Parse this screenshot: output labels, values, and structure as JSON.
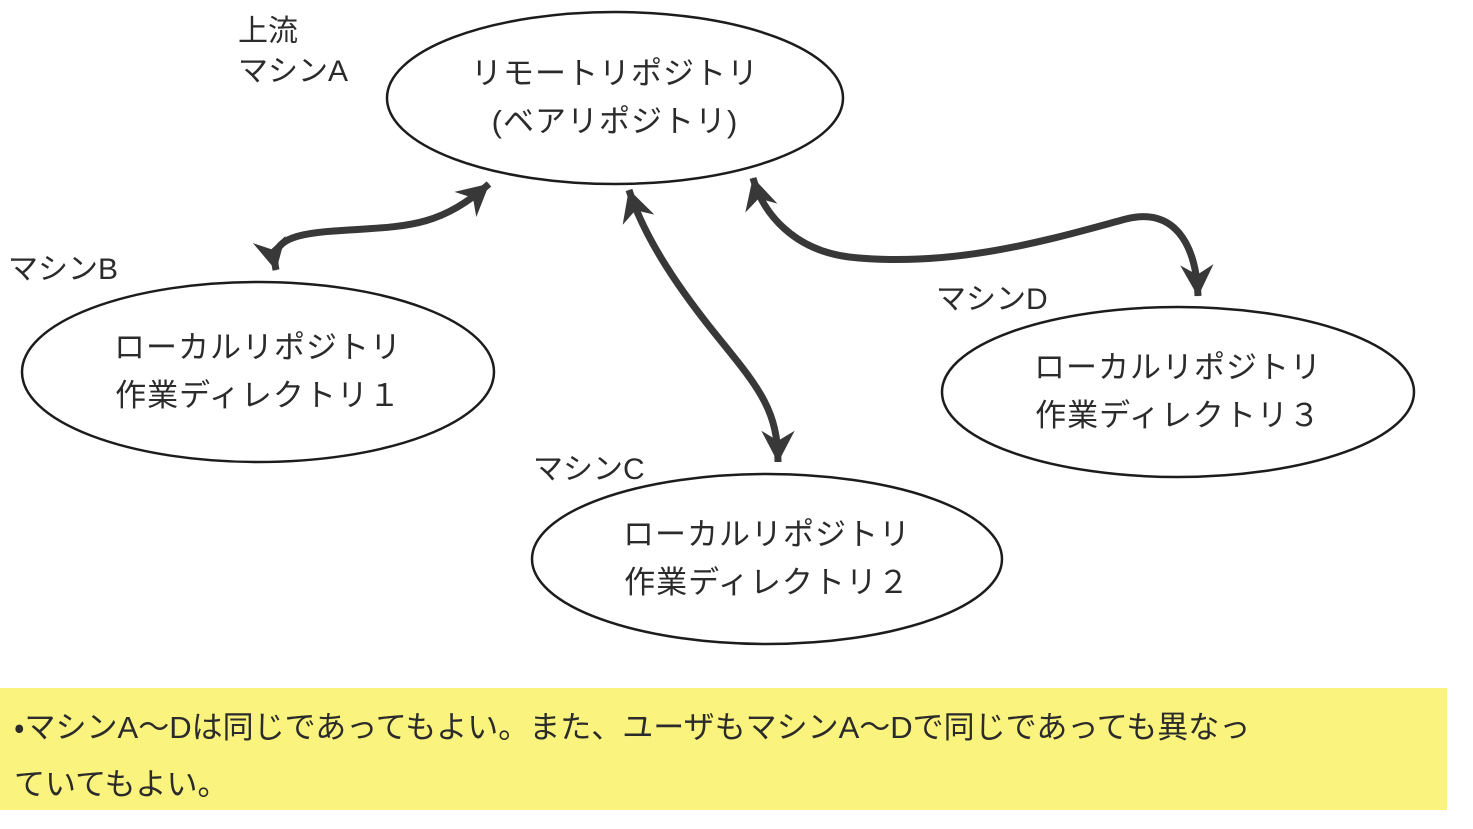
{
  "diagram": {
    "machine_labels": {
      "upstream": "上流",
      "machine_a": "マシンA",
      "machine_b": "マシンB",
      "machine_c": "マシンC",
      "machine_d": "マシンD"
    },
    "nodes": {
      "remote": {
        "line1": "リモートリポジトリ",
        "line2": "(ベアリポジトリ)"
      },
      "local1": {
        "line1": "ローカルリポジトリ",
        "line2": "作業ディレクトリ１"
      },
      "local2": {
        "line1": "ローカルリポジトリ",
        "line2": "作業ディレクトリ２"
      },
      "local3": {
        "line1": "ローカルリポジトリ",
        "line2": "作業ディレクトリ３"
      }
    },
    "edges": [
      {
        "from": "remote-repository",
        "to": "local-repository-1",
        "type": "bidirectional-arrow"
      },
      {
        "from": "remote-repository",
        "to": "local-repository-2",
        "type": "bidirectional-arrow"
      },
      {
        "from": "remote-repository",
        "to": "local-repository-3",
        "type": "bidirectional-arrow"
      }
    ]
  },
  "note": {
    "lines": [
      "・マシンA〜Dは同じであってもよい。また、ユーザもマシンA〜Dで同じであっても異なっ",
      "ていてもよい。"
    ],
    "highlight_color": "#FAF37D"
  },
  "colors": {
    "background": "#FFFFFF",
    "node_fill": "#FFFFFF",
    "node_stroke": "#1C1C1C",
    "arrow": "#383838",
    "text": "#2B2B2B"
  }
}
